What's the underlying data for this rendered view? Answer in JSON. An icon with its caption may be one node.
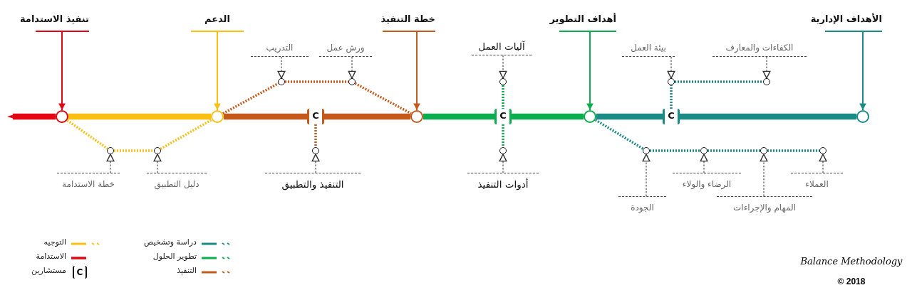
{
  "diagram": {
    "nodes": [
      {
        "text": [
          "تنفيذ الاستدامة"
        ]
      },
      {
        "text": [
          "الدعم"
        ]
      },
      {
        "text": [
          "خطة التنفيذ"
        ]
      },
      {
        "text": [
          "أهداف التطوير"
        ]
      },
      {
        "text": [
          "الأهداف الإدارية"
        ]
      },
      {
        "text": [],
        "shape": "circle"
      },
      {
        "text": [],
        "shape": "circle"
      },
      {
        "text": [
          "C"
        ]
      },
      {
        "text": [],
        "shape": "circle"
      },
      {
        "text": [
          "C"
        ]
      },
      {
        "text": [],
        "shape": "circle"
      },
      {
        "text": [
          "C"
        ]
      },
      {
        "text": [],
        "shape": "circle"
      },
      {
        "text": [],
        "shape": "circle"
      },
      {
        "text": [],
        "shape": "circle"
      },
      {
        "text": [],
        "shape": "circle"
      },
      {
        "text": [],
        "shape": "circle"
      },
      {
        "text": [],
        "shape": "circle"
      },
      {
        "text": [],
        "shape": "circle"
      },
      {
        "text": [],
        "shape": "circle"
      },
      {
        "text": [],
        "shape": "circle"
      },
      {
        "text": [],
        "shape": "circle"
      },
      {
        "text": [],
        "shape": "circle"
      },
      {
        "text": [],
        "shape": "circle"
      },
      {
        "text": [],
        "shape": "circle"
      },
      {
        "text": [],
        "shape": "circle"
      },
      {
        "text": [
          "خطة الاستدامة"
        ]
      },
      {
        "text": [
          "دليل التطبيق"
        ]
      },
      {
        "text": [
          "التدريب"
        ]
      },
      {
        "text": [
          "ورش عمل"
        ]
      },
      {
        "text": [
          "التنفيذ والتطبيق"
        ]
      },
      {
        "text": [
          "آليات العمل"
        ]
      },
      {
        "text": [
          "أدوات التنفيذ"
        ]
      },
      {
        "text": [
          "بيئة العمل"
        ]
      },
      {
        "text": [
          "الكفاءات والمعارف"
        ]
      },
      {
        "text": [
          "الجودة"
        ]
      },
      {
        "text": [
          "الرضاء والولاء"
        ]
      },
      {
        "text": [
          "المهام والإجراءات"
        ]
      },
      {
        "text": [
          "العملاء"
        ]
      }
    ],
    "edges": [
      {
        "from": 5,
        "to": null,
        "arrow": "to",
        "style": "thick",
        "color": "#e30613"
      },
      {
        "from": 5,
        "to": 6,
        "arrow": "none",
        "style": "thick",
        "color": "#f9bf13"
      },
      {
        "from": 6,
        "to": 7,
        "arrow": "none",
        "style": "thick",
        "color": "#c4591c"
      },
      {
        "from": 7,
        "to": 8,
        "arrow": "none",
        "style": "thick",
        "color": "#c4591c"
      },
      {
        "from": 8,
        "to": 9,
        "arrow": "none",
        "style": "thick",
        "color": "#0bad4e"
      },
      {
        "from": 9,
        "to": 10,
        "arrow": "none",
        "style": "thick",
        "color": "#0bad4e"
      },
      {
        "from": 10,
        "to": 11,
        "arrow": "none",
        "style": "thick",
        "color": "#1b8b85"
      },
      {
        "from": 11,
        "to": 12,
        "arrow": "none",
        "style": "thick",
        "color": "#1b8b85"
      },
      {
        "from": 5,
        "to": 13,
        "arrow": "none",
        "style": "dashed",
        "color": "#f9bf13"
      },
      {
        "from": 13,
        "to": 14,
        "arrow": "none",
        "style": "dashed",
        "color": "#f9bf13"
      },
      {
        "from": 14,
        "to": 6,
        "arrow": "none",
        "style": "dashed",
        "color": "#f9bf13"
      },
      {
        "from": 6,
        "to": 15,
        "arrow": "none",
        "style": "dashed",
        "color": "#c4591c"
      },
      {
        "from": 15,
        "to": 16,
        "arrow": "none",
        "style": "dashed",
        "color": "#c4591c"
      },
      {
        "from": 16,
        "to": 8,
        "arrow": "none",
        "style": "dashed",
        "color": "#c4591c"
      },
      {
        "from": 7,
        "to": 17,
        "arrow": "none",
        "style": "dashed",
        "color": "#c4591c"
      },
      {
        "from": 18,
        "to": 9,
        "arrow": "none",
        "style": "dashed",
        "color": "#0bad4e"
      },
      {
        "from": 9,
        "to": 19,
        "arrow": "none",
        "style": "dashed",
        "color": "#0bad4e"
      },
      {
        "from": 11,
        "to": 20,
        "arrow": "none",
        "style": "dashed",
        "color": "#1b8b85"
      },
      {
        "from": 20,
        "to": 21,
        "arrow": "none",
        "style": "dashed",
        "color": "#1b8b85"
      },
      {
        "from": 10,
        "to": 22,
        "arrow": "none",
        "style": "dashed",
        "color": "#1b8b85"
      },
      {
        "from": 22,
        "to": 23,
        "arrow": "none",
        "style": "dashed",
        "color": "#1b8b85"
      },
      {
        "from": 23,
        "to": 24,
        "arrow": "none",
        "style": "dashed",
        "color": "#1b8b85"
      },
      {
        "from": 24,
        "to": 25,
        "arrow": "none",
        "style": "dashed",
        "color": "#1b8b85"
      },
      {
        "from": 0,
        "to": 5,
        "arrow": "to",
        "color": "#e30613"
      },
      {
        "from": 1,
        "to": 6,
        "arrow": "to",
        "color": "#f9bf13"
      },
      {
        "from": 2,
        "to": 8,
        "arrow": "to",
        "color": "#c4591c"
      },
      {
        "from": 3,
        "to": 10,
        "arrow": "to",
        "color": "#0bad4e"
      },
      {
        "from": 4,
        "to": 12,
        "arrow": "to",
        "color": "#1b8b85"
      },
      {
        "from": 26,
        "to": 13,
        "arrow": "to",
        "style": "dashed"
      },
      {
        "from": 27,
        "to": 14,
        "arrow": "to",
        "style": "dashed"
      },
      {
        "from": 28,
        "to": 15,
        "arrow": "to",
        "style": "dashed"
      },
      {
        "from": 29,
        "to": 16,
        "arrow": "to",
        "style": "dashed"
      },
      {
        "from": 30,
        "to": 17,
        "arrow": "to",
        "style": "dashed"
      },
      {
        "from": 31,
        "to": 18,
        "arrow": "to",
        "style": "dashed"
      },
      {
        "from": 32,
        "to": 19,
        "arrow": "to",
        "style": "dashed"
      },
      {
        "from": 33,
        "to": 20,
        "arrow": "to",
        "style": "dashed"
      },
      {
        "from": 34,
        "to": 21,
        "arrow": "to",
        "style": "dashed"
      },
      {
        "from": 35,
        "to": 22,
        "arrow": "to",
        "style": "dashed"
      },
      {
        "from": 36,
        "to": 23,
        "arrow": "to",
        "style": "dashed"
      },
      {
        "from": 37,
        "to": 24,
        "arrow": "to",
        "style": "dashed"
      },
      {
        "from": 38,
        "to": 25,
        "arrow": "to",
        "style": "dashed"
      }
    ],
    "labels": [
      "C",
      "Balance Methodology",
      "© 2018"
    ],
    "legend": [
      {
        "text": "التوجيه",
        "color": "#f9bf13"
      },
      {
        "text": "الاستدامة",
        "color": "#e30613"
      },
      {
        "text": "مستشارين"
      },
      {
        "text": "دراسة وتشخيص",
        "color": "#1b8b85"
      },
      {
        "text": "تطوير الحلول",
        "color": "#0bad4e"
      },
      {
        "text": "التنفيذ",
        "color": "#c4591c"
      }
    ]
  }
}
